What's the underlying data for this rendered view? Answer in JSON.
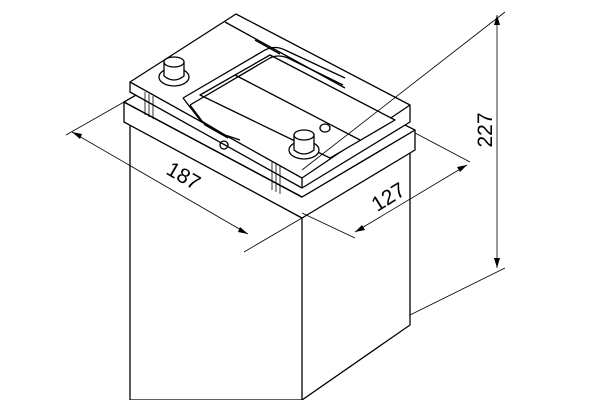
{
  "drawing": {
    "subject": "battery",
    "line_color": "#000000",
    "background": "#ffffff"
  },
  "dimensions": {
    "length": "187",
    "width": "127",
    "height": "227"
  }
}
